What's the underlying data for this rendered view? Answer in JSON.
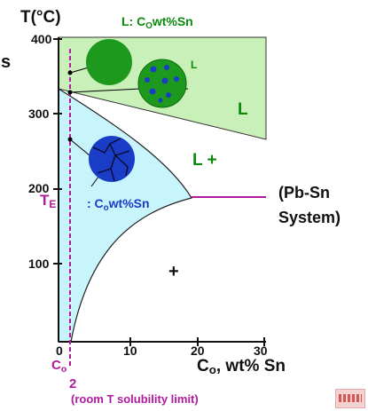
{
  "title_fragment": "s",
  "y_axis_label": "T(°C)",
  "y_ticks": [
    "400",
    "300",
    "200",
    "100"
  ],
  "x_ticks": [
    "0",
    "10",
    "20",
    "30"
  ],
  "x_axis_label_main": "C",
  "x_axis_label_sub": "o",
  "x_axis_label_rest": ", wt% Sn",
  "co_marker_main": "C",
  "co_marker_sub": "o",
  "co_value": "2",
  "room_t_note": "(room T solubility limit)",
  "te_main": "T",
  "te_sub": "E",
  "top_label_main": "L:  C",
  "top_label_sub": "O",
  "top_label_rest": "wt%Sn",
  "small_l_label": "L",
  "region_l_label": "L",
  "region_l_plus_label": "L +",
  "solid_plus_label": "+",
  "blue_label_main": ":  C",
  "blue_label_sub": "o",
  "blue_label_rest": "wt%Sn",
  "system_line1": "(Pb-Sn",
  "system_line2": "System)",
  "colors": {
    "liquid_fill": "#c9f0b8",
    "alpha_fill": "#c8f4fb",
    "grain_green": "#1d9a1d",
    "dark_green": "#006400",
    "grain_blue": "#1a3dc8",
    "purple": "#b1199e"
  }
}
